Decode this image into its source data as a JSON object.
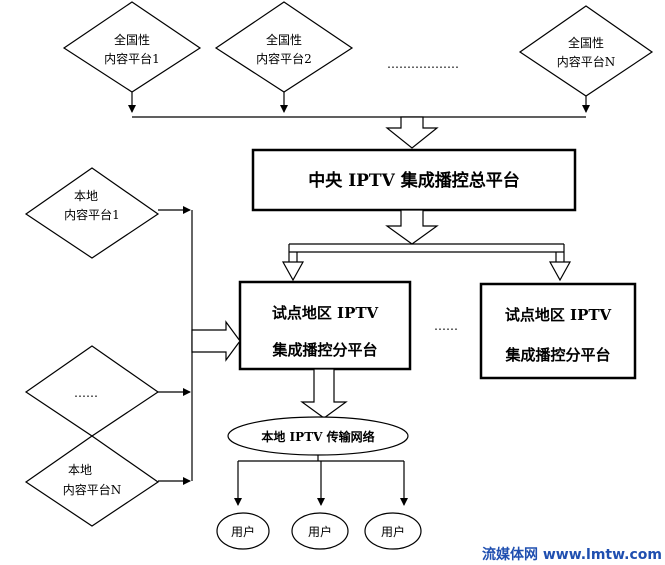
{
  "national": [
    {
      "line1": "全国性",
      "line2": "内容平台1"
    },
    {
      "line1": "全国性",
      "line2": "内容平台2"
    },
    {
      "line1": "全国性",
      "line2": "内容平台N"
    }
  ],
  "national_ellipsis": "………………",
  "central": "中央 IPTV 集成播控总平台",
  "local": [
    {
      "line1": "本地",
      "line2": "内容平台1"
    },
    {
      "line1": "……",
      "line2": ""
    },
    {
      "line1": "本地",
      "line2": "内容平台N"
    }
  ],
  "pilot": [
    {
      "line1": "试点地区 IPTV",
      "line2": "集成播控分平台"
    },
    {
      "line1": "试点地区 IPTV",
      "line2": "集成播控分平台"
    }
  ],
  "pilot_ellipsis": "……",
  "network": "本地 IPTV 传输网络",
  "users": [
    "用户",
    "用户",
    "用户"
  ],
  "watermark": "流媒体网 www.lmtw.com"
}
